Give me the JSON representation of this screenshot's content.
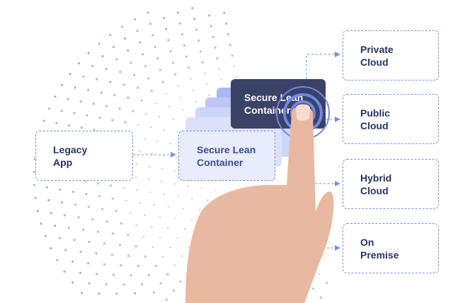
{
  "legacy": {
    "line1": "Legacy",
    "line2": "App"
  },
  "container_light": {
    "line1": "Secure Lean",
    "line2": "Container"
  },
  "container_dark": {
    "line1": "Secure Lean",
    "line2": "Container"
  },
  "targets": [
    {
      "line1": "Private",
      "line2": "Cloud"
    },
    {
      "line1": "Public",
      "line2": "Cloud"
    },
    {
      "line1": "Hybrid",
      "line2": "Cloud"
    },
    {
      "line1": "On",
      "line2": "Premise"
    }
  ],
  "colors": {
    "accent": "#7b8fe0",
    "dark": "#3a4266",
    "text": "#2a3366"
  }
}
